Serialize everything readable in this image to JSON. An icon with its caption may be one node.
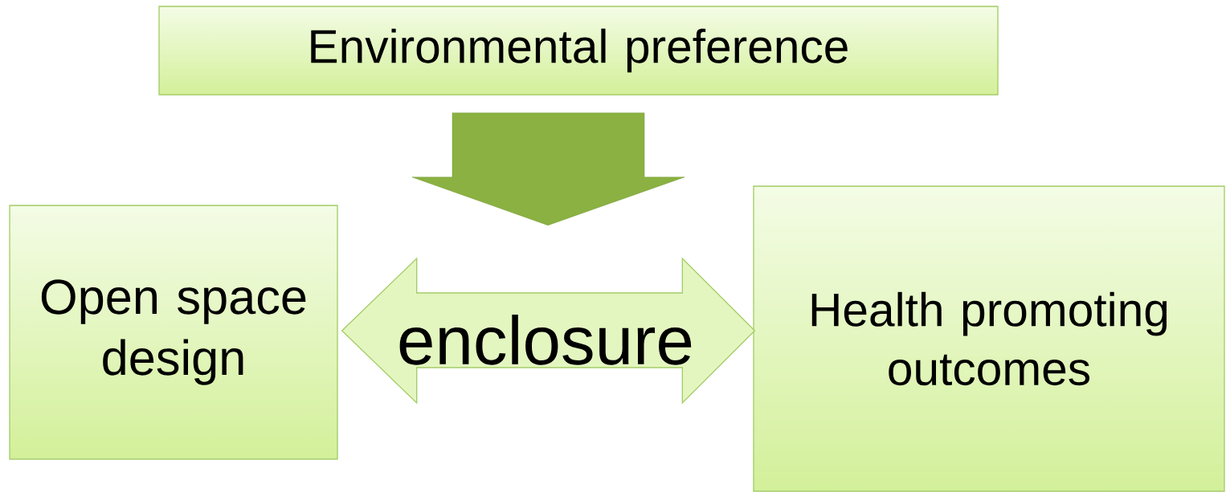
{
  "diagram": {
    "nodes": [
      {
        "text": [
          "Environmental preference"
        ]
      },
      {
        "text": [
          "Open space design"
        ]
      },
      {
        "text": [
          "Health promoting outcomes"
        ]
      }
    ],
    "edges": [
      {
        "from": 0,
        "to": null,
        "arrow": "to"
      },
      {
        "from": 1,
        "to": 2,
        "arrow": "both",
        "label": "enclosure"
      }
    ]
  }
}
